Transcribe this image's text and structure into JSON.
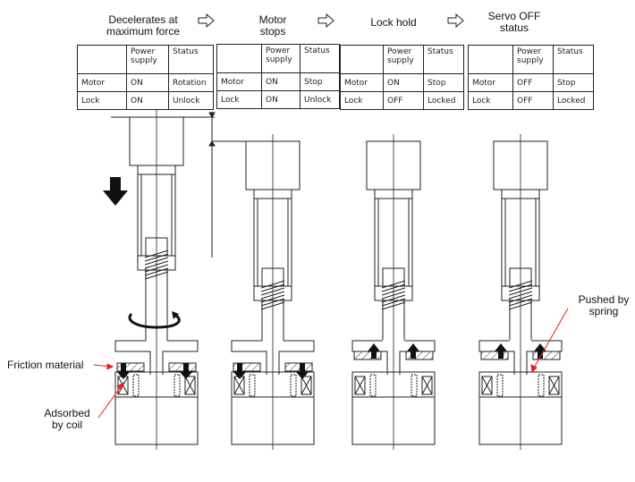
{
  "stages": [
    {
      "title": "Decelerates at\nmaximum force",
      "table": {
        "headers": [
          "",
          "Power supply",
          "Status"
        ],
        "rows": [
          [
            "Motor",
            "ON",
            "Rotation"
          ],
          [
            "Lock",
            "ON",
            "Unlock"
          ]
        ]
      }
    },
    {
      "title": "Motor\nstops",
      "table": {
        "headers": [
          "",
          "Power supply",
          "Status"
        ],
        "rows": [
          [
            "Motor",
            "ON",
            "Stop"
          ],
          [
            "Lock",
            "ON",
            "Unlock"
          ]
        ]
      }
    },
    {
      "title": "Lock hold",
      "table": {
        "headers": [
          "",
          "Power supply",
          "Status"
        ],
        "rows": [
          [
            "Motor",
            "ON",
            "Stop"
          ],
          [
            "Lock",
            "OFF",
            "Locked"
          ]
        ]
      }
    },
    {
      "title": "Servo OFF\nstatus",
      "table": {
        "headers": [
          "",
          "Power supply",
          "Status"
        ],
        "rows": [
          [
            "Motor",
            "OFF",
            "Stop"
          ],
          [
            "Lock",
            "OFF",
            "Locked"
          ]
        ]
      }
    }
  ],
  "transition_icon": "hollow-right-arrow-icon",
  "annotations": {
    "friction_material": "Friction material",
    "adsorbed_by_coil": "Adsorbed\nby coil",
    "pushed_by_spring": "Pushed by\nspring"
  },
  "colors": {
    "line": "#222222",
    "annotation_arrow": "#e52020"
  }
}
